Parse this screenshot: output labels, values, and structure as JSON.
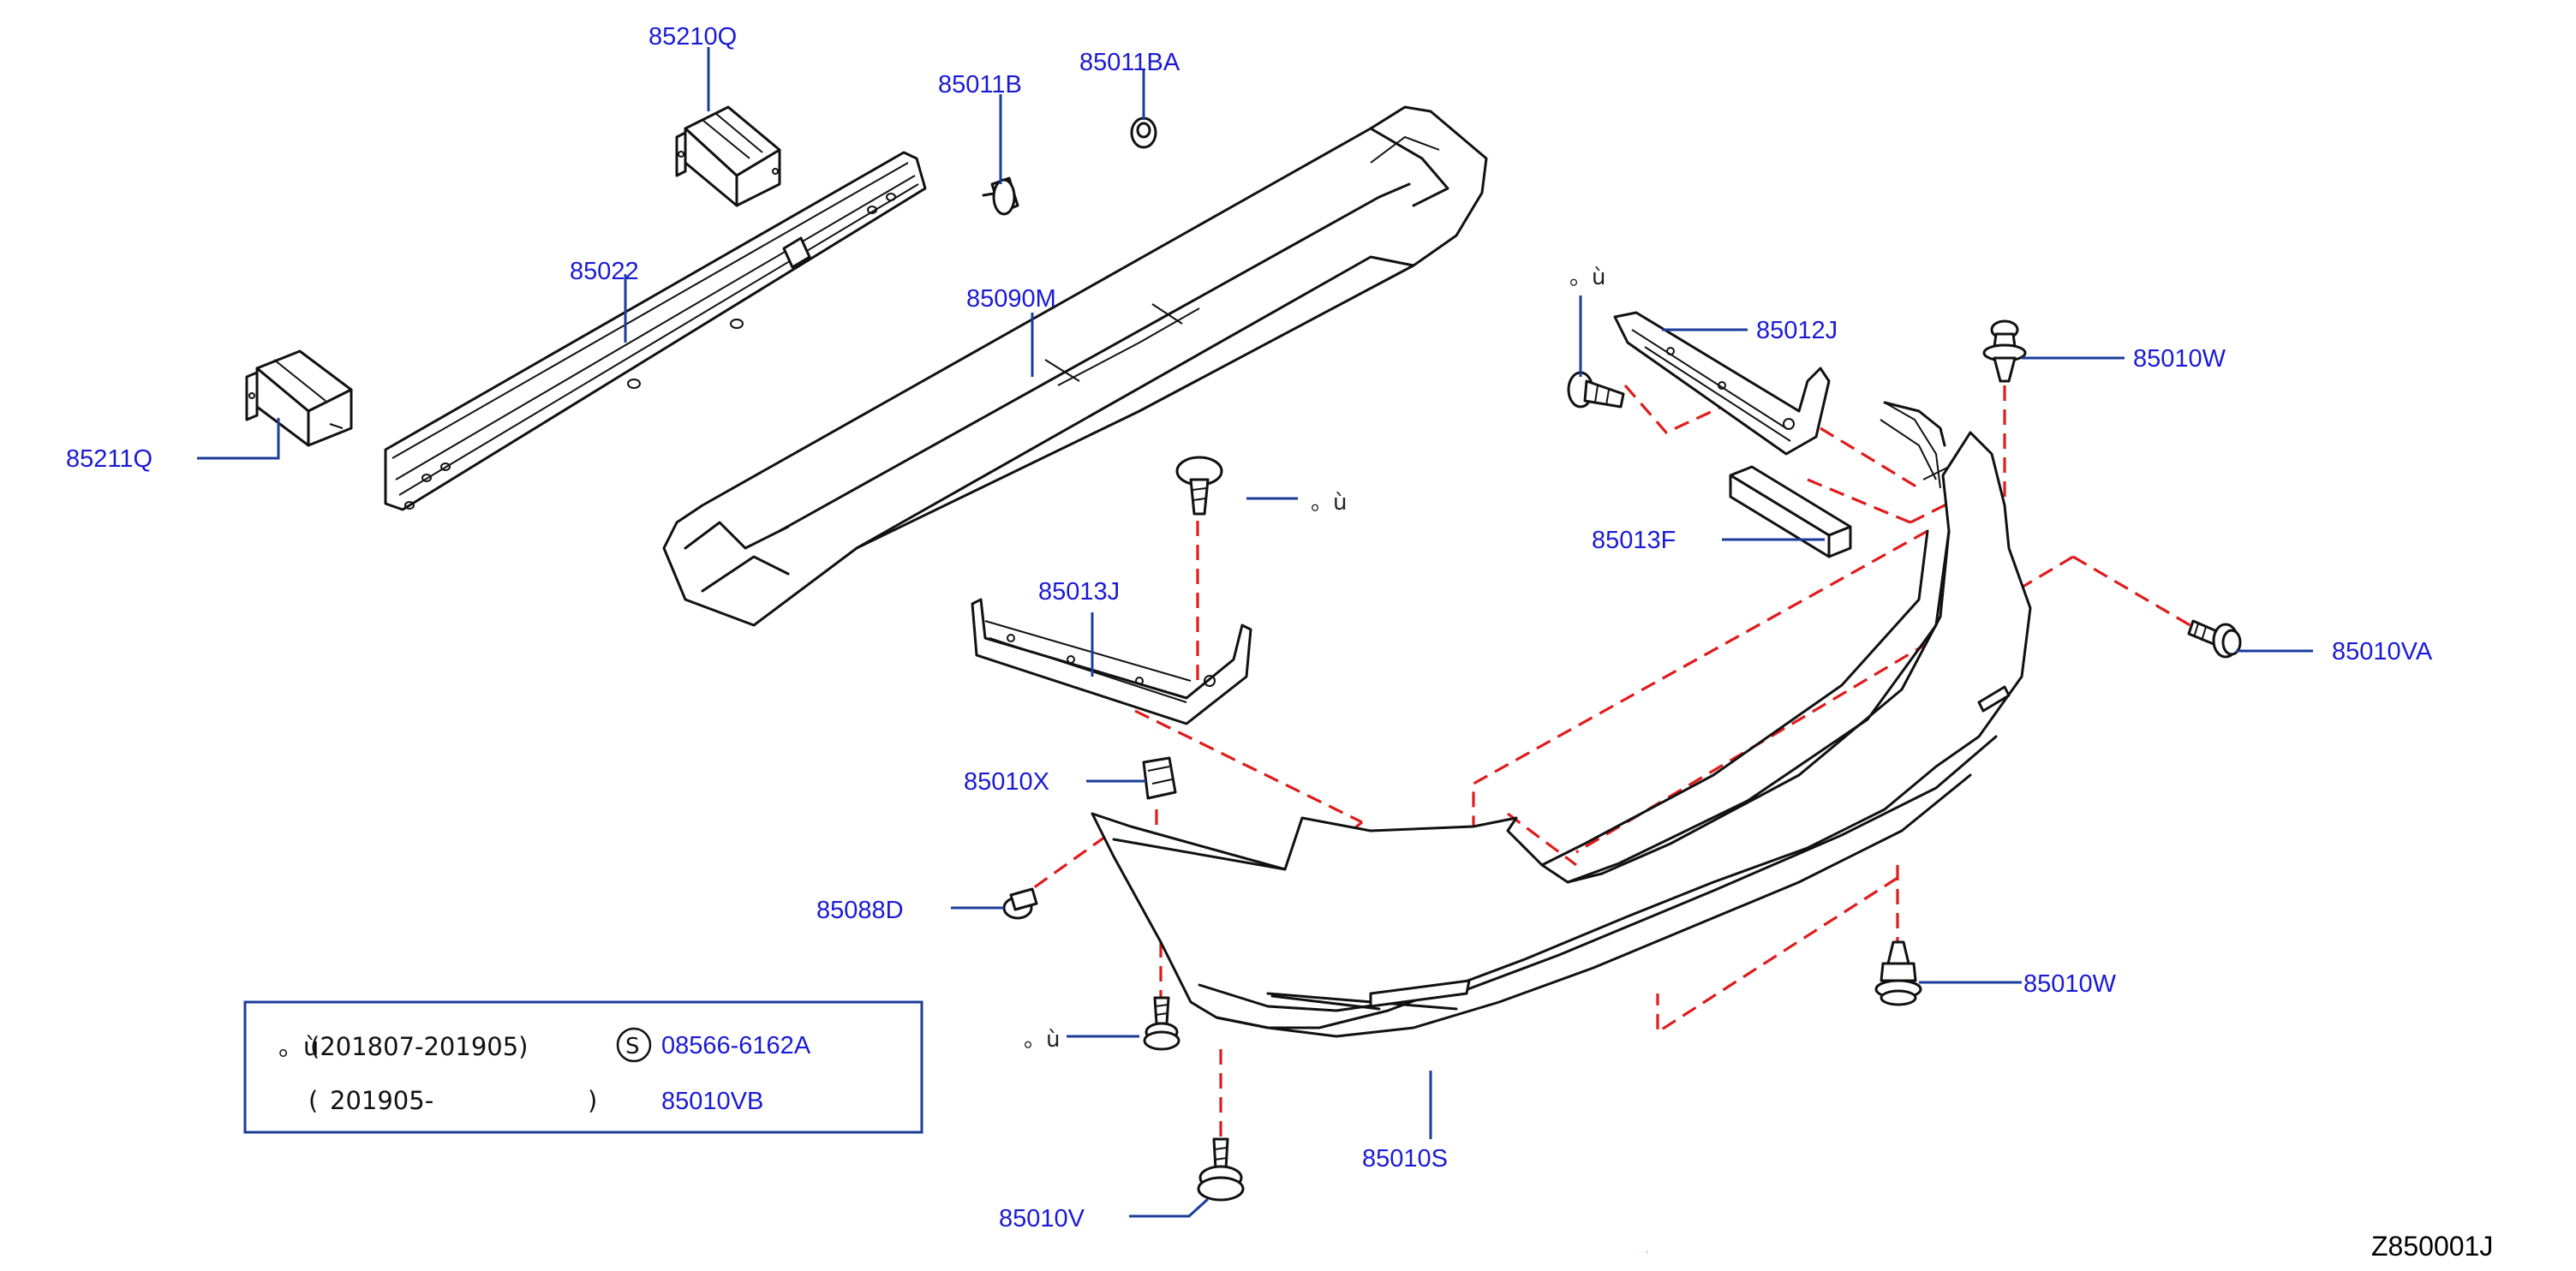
{
  "diagram_code": "Z850001J",
  "callouts": {
    "p85210Q": "85210Q",
    "p85011B": "85011B",
    "p85011BA": "85011BA",
    "p85022": "85022",
    "p85090M": "85090M",
    "p85211Q": "85211Q",
    "p85012J": "85012J",
    "p85010W_top": "85010W",
    "p85013F": "85013F",
    "p85013J": "85013J",
    "p85010VA": "85010VA",
    "p85010X": "85010X",
    "p85088D": "85088D",
    "p85010W_bottom": "85010W",
    "p85010S": "85010S",
    "p85010V": "85010V",
    "sym_1": "。ù",
    "sym_2": "。ù",
    "sym_3": "。ù"
  },
  "note": {
    "row1_symbol": "。ù",
    "row1_range": "(201807-201905)",
    "row1_standard_mark": "S",
    "row1_part": "08566-6162A",
    "row2_open": "(",
    "row2_range": "201905-",
    "row2_close": ")",
    "row2_part": "85010VB"
  },
  "colors": {
    "label": "#1a1ad6",
    "leader": "#1a3d99",
    "assembly_line": "#e01b1b",
    "linework": "#111111"
  }
}
